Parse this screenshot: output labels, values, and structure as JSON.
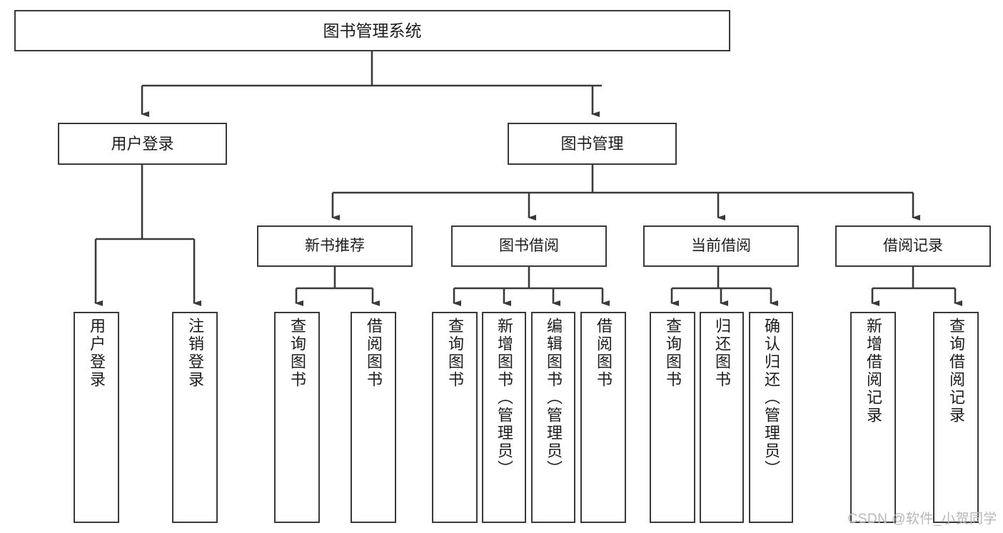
{
  "diagram": {
    "type": "tree-hierarchy-chart",
    "title": "图书管理系统",
    "root": {
      "id": "root",
      "label": "图书管理系统"
    },
    "level2": [
      {
        "id": "user-login",
        "label": "用户登录"
      },
      {
        "id": "book-manage",
        "label": "图书管理"
      }
    ],
    "level3": [
      {
        "id": "new-book-recommend",
        "label": "新书推荐",
        "parent": "book-manage"
      },
      {
        "id": "book-borrow",
        "label": "图书借阅",
        "parent": "book-manage"
      },
      {
        "id": "current-borrow",
        "label": "当前借阅",
        "parent": "book-manage"
      },
      {
        "id": "borrow-record",
        "label": "借阅记录",
        "parent": "book-manage"
      }
    ],
    "leaves": [
      {
        "id": "leaf-user-login",
        "label": "用户登录",
        "parent": "user-login"
      },
      {
        "id": "leaf-logout-login",
        "label": "注销登录",
        "parent": "user-login"
      },
      {
        "id": "leaf-query-book-1",
        "label": "查询图书",
        "parent": "new-book-recommend"
      },
      {
        "id": "leaf-borrow-book-1",
        "label": "借阅图书",
        "parent": "new-book-recommend"
      },
      {
        "id": "leaf-query-book-2",
        "label": "查询图书",
        "parent": "book-borrow"
      },
      {
        "id": "leaf-add-book",
        "label": "新增图书（管理员）",
        "parent": "book-borrow"
      },
      {
        "id": "leaf-edit-book",
        "label": "编辑图书（管理员）",
        "parent": "book-borrow"
      },
      {
        "id": "leaf-borrow-book-2",
        "label": "借阅图书",
        "parent": "book-borrow"
      },
      {
        "id": "leaf-query-book-3",
        "label": "查询图书",
        "parent": "current-borrow"
      },
      {
        "id": "leaf-return-book",
        "label": "归还图书",
        "parent": "current-borrow"
      },
      {
        "id": "leaf-confirm-return",
        "label": "确认归还（管理员）",
        "parent": "current-borrow"
      },
      {
        "id": "leaf-add-record",
        "label": "新增借阅记录",
        "parent": "borrow-record"
      },
      {
        "id": "leaf-query-record",
        "label": "查询借阅记录",
        "parent": "borrow-record"
      }
    ],
    "colors": {
      "stroke": "#3a3a3a",
      "fill": "#ffffff",
      "text": "#1c1c1c",
      "watermark": "#b7b7b7"
    }
  },
  "watermark": {
    "text": "CSDN @软件_小贺同学"
  }
}
